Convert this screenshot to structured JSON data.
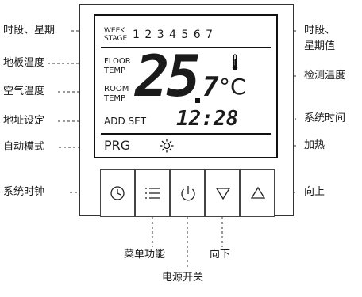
{
  "labels_left": {
    "period_week": "时段、星期",
    "floor_temp": "地板温度",
    "air_temp": "空气温度",
    "address_set": "地址设定",
    "auto_mode": "自动模式",
    "system_clock": "系统时钟"
  },
  "labels_right": {
    "period_week_value_line1": "时段、",
    "period_week_value_line2": "星期值",
    "detect_temp": "检测温度",
    "system_time": "系统时间",
    "heating": "加热",
    "up": "向上"
  },
  "labels_bottom": {
    "menu_function": "菜单功能",
    "down": "向下",
    "power_switch": "电源开关"
  },
  "lcd": {
    "week_label": "WEEK",
    "stage_label": "STAGE",
    "week_digits": "1 2 3 4 5 6 7",
    "floor_label": "FLOOR",
    "floor_temp_label": "TEMP",
    "room_label": "ROOM",
    "room_temp_label": "TEMP",
    "temp_integer": "25",
    "temp_decimal": "7",
    "temp_unit": "°C",
    "add_set": "ADD SET",
    "time": "12:28",
    "prg": "PRG"
  },
  "icons": {
    "clock_button": "clock-icon",
    "menu_button": "menu-list-icon",
    "power_button": "power-icon",
    "down_button": "triangle-down-icon",
    "up_button": "triangle-up-icon",
    "heat": "sun-icon",
    "thermometer": "thermometer-icon"
  }
}
